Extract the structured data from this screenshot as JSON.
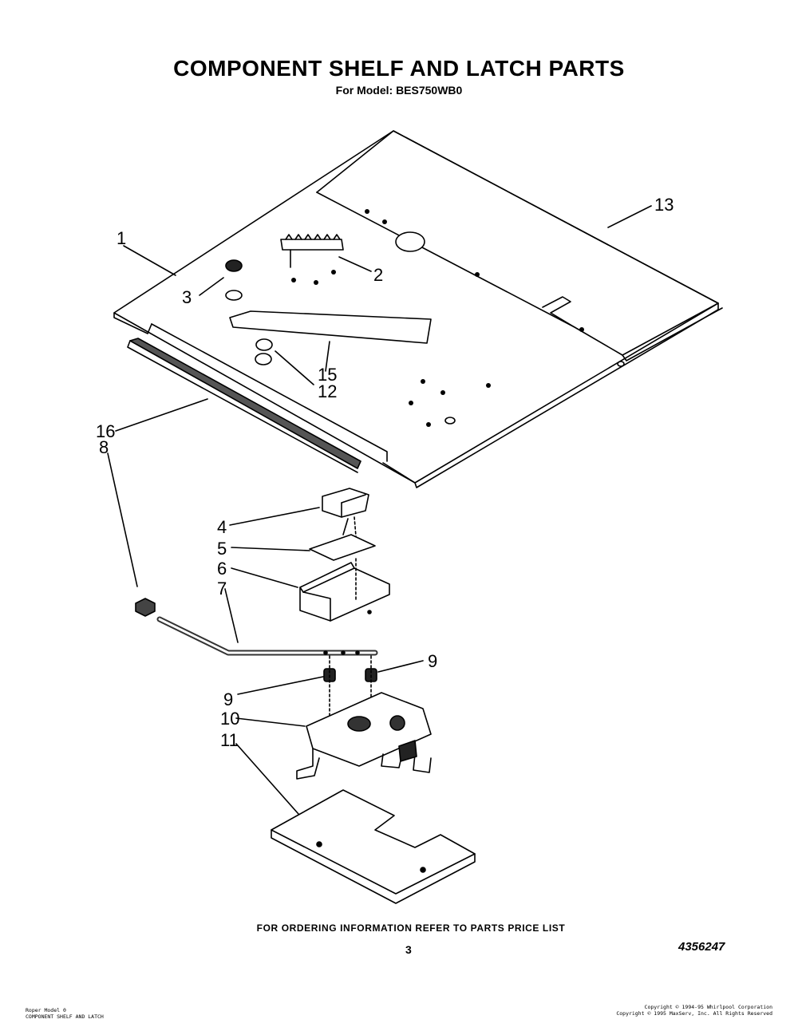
{
  "header": {
    "title": "COMPONENT SHELF AND LATCH PARTS",
    "subtitle": "For Model: BES750WB0"
  },
  "callouts": [
    "1",
    "2",
    "3",
    "13",
    "15",
    "12",
    "16",
    "8",
    "4",
    "5",
    "6",
    "7",
    "9",
    "9",
    "10",
    "11"
  ],
  "footer": {
    "ordering_note": "FOR ORDERING INFORMATION REFER TO PARTS PRICE LIST",
    "page_number": "3",
    "doc_number": "4356247",
    "left_line1": "Roper Model 0",
    "left_line2": "COMPONENT SHELF AND LATCH",
    "right_line1": "Copyright © 1994-95 Whirlpool Corporation",
    "right_line2": "Copyright © 1995 MaxServ, Inc.   All Rights Reserved"
  }
}
